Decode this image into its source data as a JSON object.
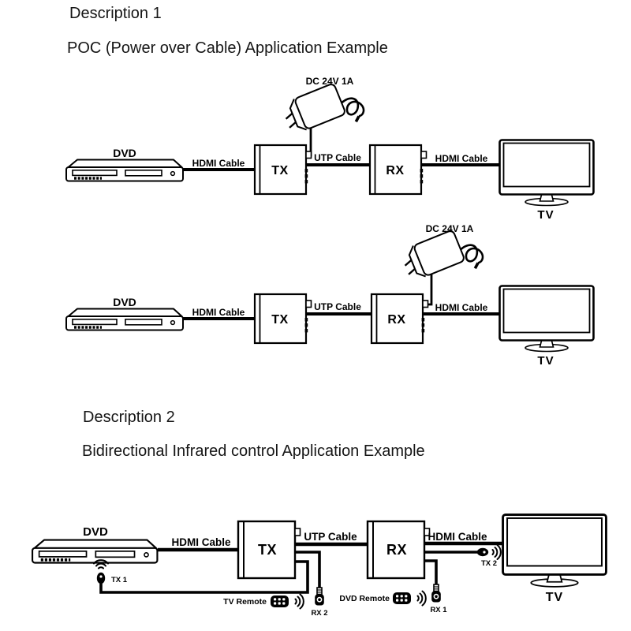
{
  "colors": {
    "ink": "#000000",
    "paper": "#ffffff"
  },
  "titles": {
    "d1_title": "Description 1",
    "d1_subtitle": "POC (Power over Cable) Application Example",
    "d2_title": "Description 2",
    "d2_subtitle": "Bidirectional Infrared control Application Example"
  },
  "diagram1": {
    "power": "DC 24V 1A",
    "source": "DVD",
    "hdmi_left": "HDMI Cable",
    "tx": "TX",
    "utp": "UTP Cable",
    "rx": "RX",
    "hdmi_right": "HDMI Cable",
    "display": "TV"
  },
  "diagram2": {
    "power": "DC 24V 1A",
    "source": "DVD",
    "hdmi_left": "HDMI Cable",
    "tx": "TX",
    "utp": "UTP Cable",
    "rx": "RX",
    "hdmi_right": "HDMI Cable",
    "display": "TV"
  },
  "diagram3": {
    "source": "DVD",
    "hdmi_left": "HDMI Cable",
    "tx": "TX",
    "utp": "UTP Cable",
    "rx": "RX",
    "hdmi_right": "HDMI Cable",
    "display": "TV",
    "ir_tx1": "TX 1",
    "ir_rx2": "RX 2",
    "ir_tx2": "TX 2",
    "ir_rx1": "RX 1",
    "tv_remote": "TV Remote",
    "dvd_remote": "DVD Remote"
  },
  "icons": {
    "power_adapter": "wall-power-adapter-with-coiled-cable",
    "ir_emitter": "ir-emitter-bulb",
    "ir_receiver": "3.5mm-jack-plug",
    "remote": "remote-control",
    "ir_waves": "signal-waves"
  }
}
